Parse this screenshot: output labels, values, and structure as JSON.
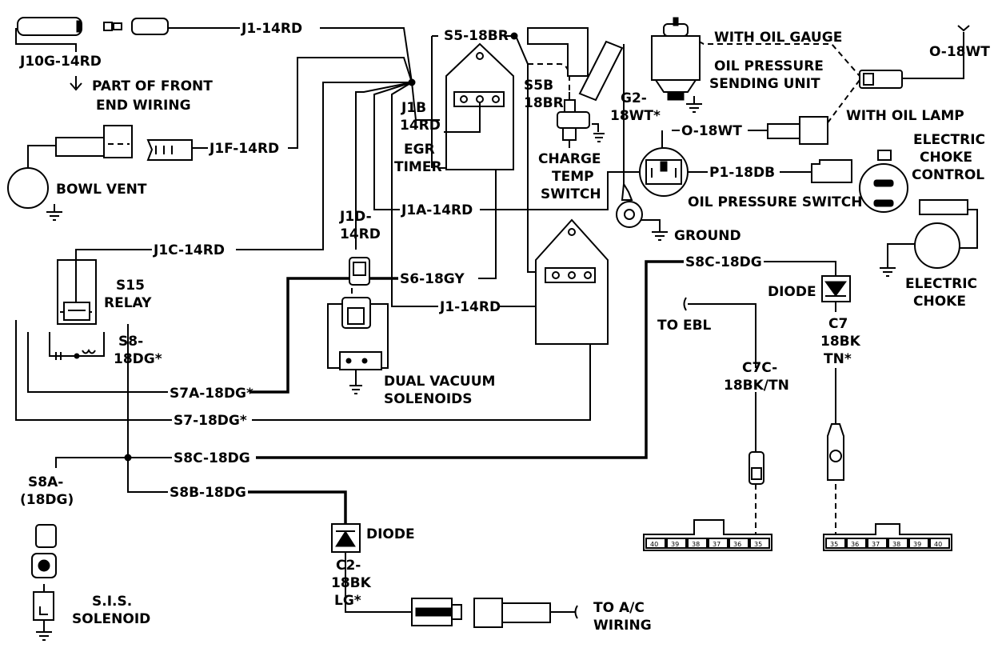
{
  "labels": {
    "j1_top": "J1-14RD",
    "j10g": "J10G-14RD",
    "part_front_1": "PART OF FRONT",
    "part_front_2": "END WIRING",
    "bowl_vent": "BOWL VENT",
    "j1f": "J1F-14RD",
    "j1b_1": "J1B",
    "j1b_2": "14RD",
    "egr_1": "EGR",
    "egr_2": "TIMER",
    "s5": "S5-18BR",
    "s5b_1": "S5B",
    "s5b_2": "18BR",
    "charge_1": "CHARGE",
    "charge_2": "TEMP",
    "charge_3": "SWITCH",
    "g2_1": "G2-",
    "g2_2": "18WT*",
    "with_oil_gauge": "WITH OIL GAUGE",
    "oil_sending_1": "OIL PRESSURE",
    "oil_sending_2": "SENDING UNIT",
    "o16_top": "O-18WT",
    "with_oil_lamp": "WITH OIL LAMP",
    "o18_mid": "O-18WT",
    "p1": "P1-18DB",
    "oil_switch": "OIL PRESSURE SWITCH",
    "elec_choke_ctrl_1": "ELECTRIC",
    "elec_choke_ctrl_2": "CHOKE",
    "elec_choke_ctrl_3": "CONTROL",
    "ground": "GROUND",
    "j1a": "J1A-14RD",
    "j1d_1": "J1D-",
    "j1d_2": "14RD",
    "j1c": "J1C-14RD",
    "s15_1": "S15",
    "s15_2": "RELAY",
    "s6": "S6-18GY",
    "j1_mid": "J1-14RD",
    "s8c_top": "S8C-18DG",
    "diode_right": "DIODE",
    "elec_choke_1": "ELECTRIC",
    "elec_choke_2": "CHOKE",
    "to_ebl": "TO EBL",
    "c7_1": "C7",
    "c7_2": "18BK",
    "c7_3": "TN*",
    "c7c_1": "C7C-",
    "c7c_2": "18BK/TN",
    "s8_1": "S8-",
    "s8_2": "18DG*",
    "dual_vac_1": "DUAL VACUUM",
    "dual_vac_2": "SOLENOIDS",
    "s7a": "S7A-18DG*",
    "s7": "S7-18DG*",
    "s8c_bottom": "S8C-18DG",
    "s8a_1": "S8A-",
    "s8a_2": "(18DG)",
    "s8b": "S8B-18DG",
    "diode_bottom": "DIODE",
    "c2_1": "C2-",
    "c2_2": "18BK",
    "c2_3": "LG*",
    "to_ac_1": "TO A/C",
    "to_ac_2": "WIRING",
    "sis_1": "S.I.S.",
    "sis_2": "SOLENOID"
  },
  "connector_left_pins": [
    "40",
    "39",
    "38",
    "37",
    "36",
    "35"
  ],
  "connector_right_pins": [
    "35",
    "36",
    "37",
    "38",
    "39",
    "40"
  ],
  "icons": [
    "ground-symbol",
    "diode-symbol",
    "splice-dot",
    "connector-plug",
    "sending-unit",
    "switch",
    "ring-terminal"
  ]
}
